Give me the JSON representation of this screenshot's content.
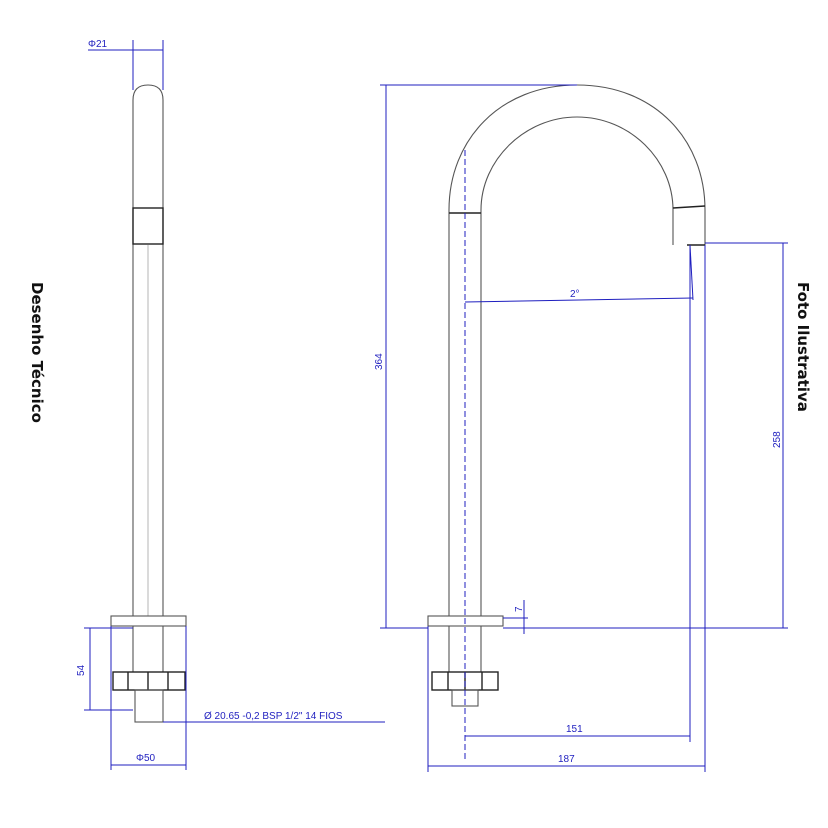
{
  "labels": {
    "left_title": "Desenho Técnico",
    "right_title": "Foto Ilustrativa"
  },
  "dimensions": {
    "top_diameter": "Φ21",
    "base_height": "54",
    "thread_spec": "Ø 20.65 -0,2 BSP 1/2\"  14 FIOS",
    "base_diameter": "Φ50",
    "total_height": "364",
    "angle": "2°",
    "spout_height": "258",
    "small_offset": "7",
    "spout_reach": "151",
    "total_width": "187"
  },
  "colors": {
    "dimension_lines": "#1f1fbf",
    "part_lines": "#555555",
    "text": "#111111"
  }
}
